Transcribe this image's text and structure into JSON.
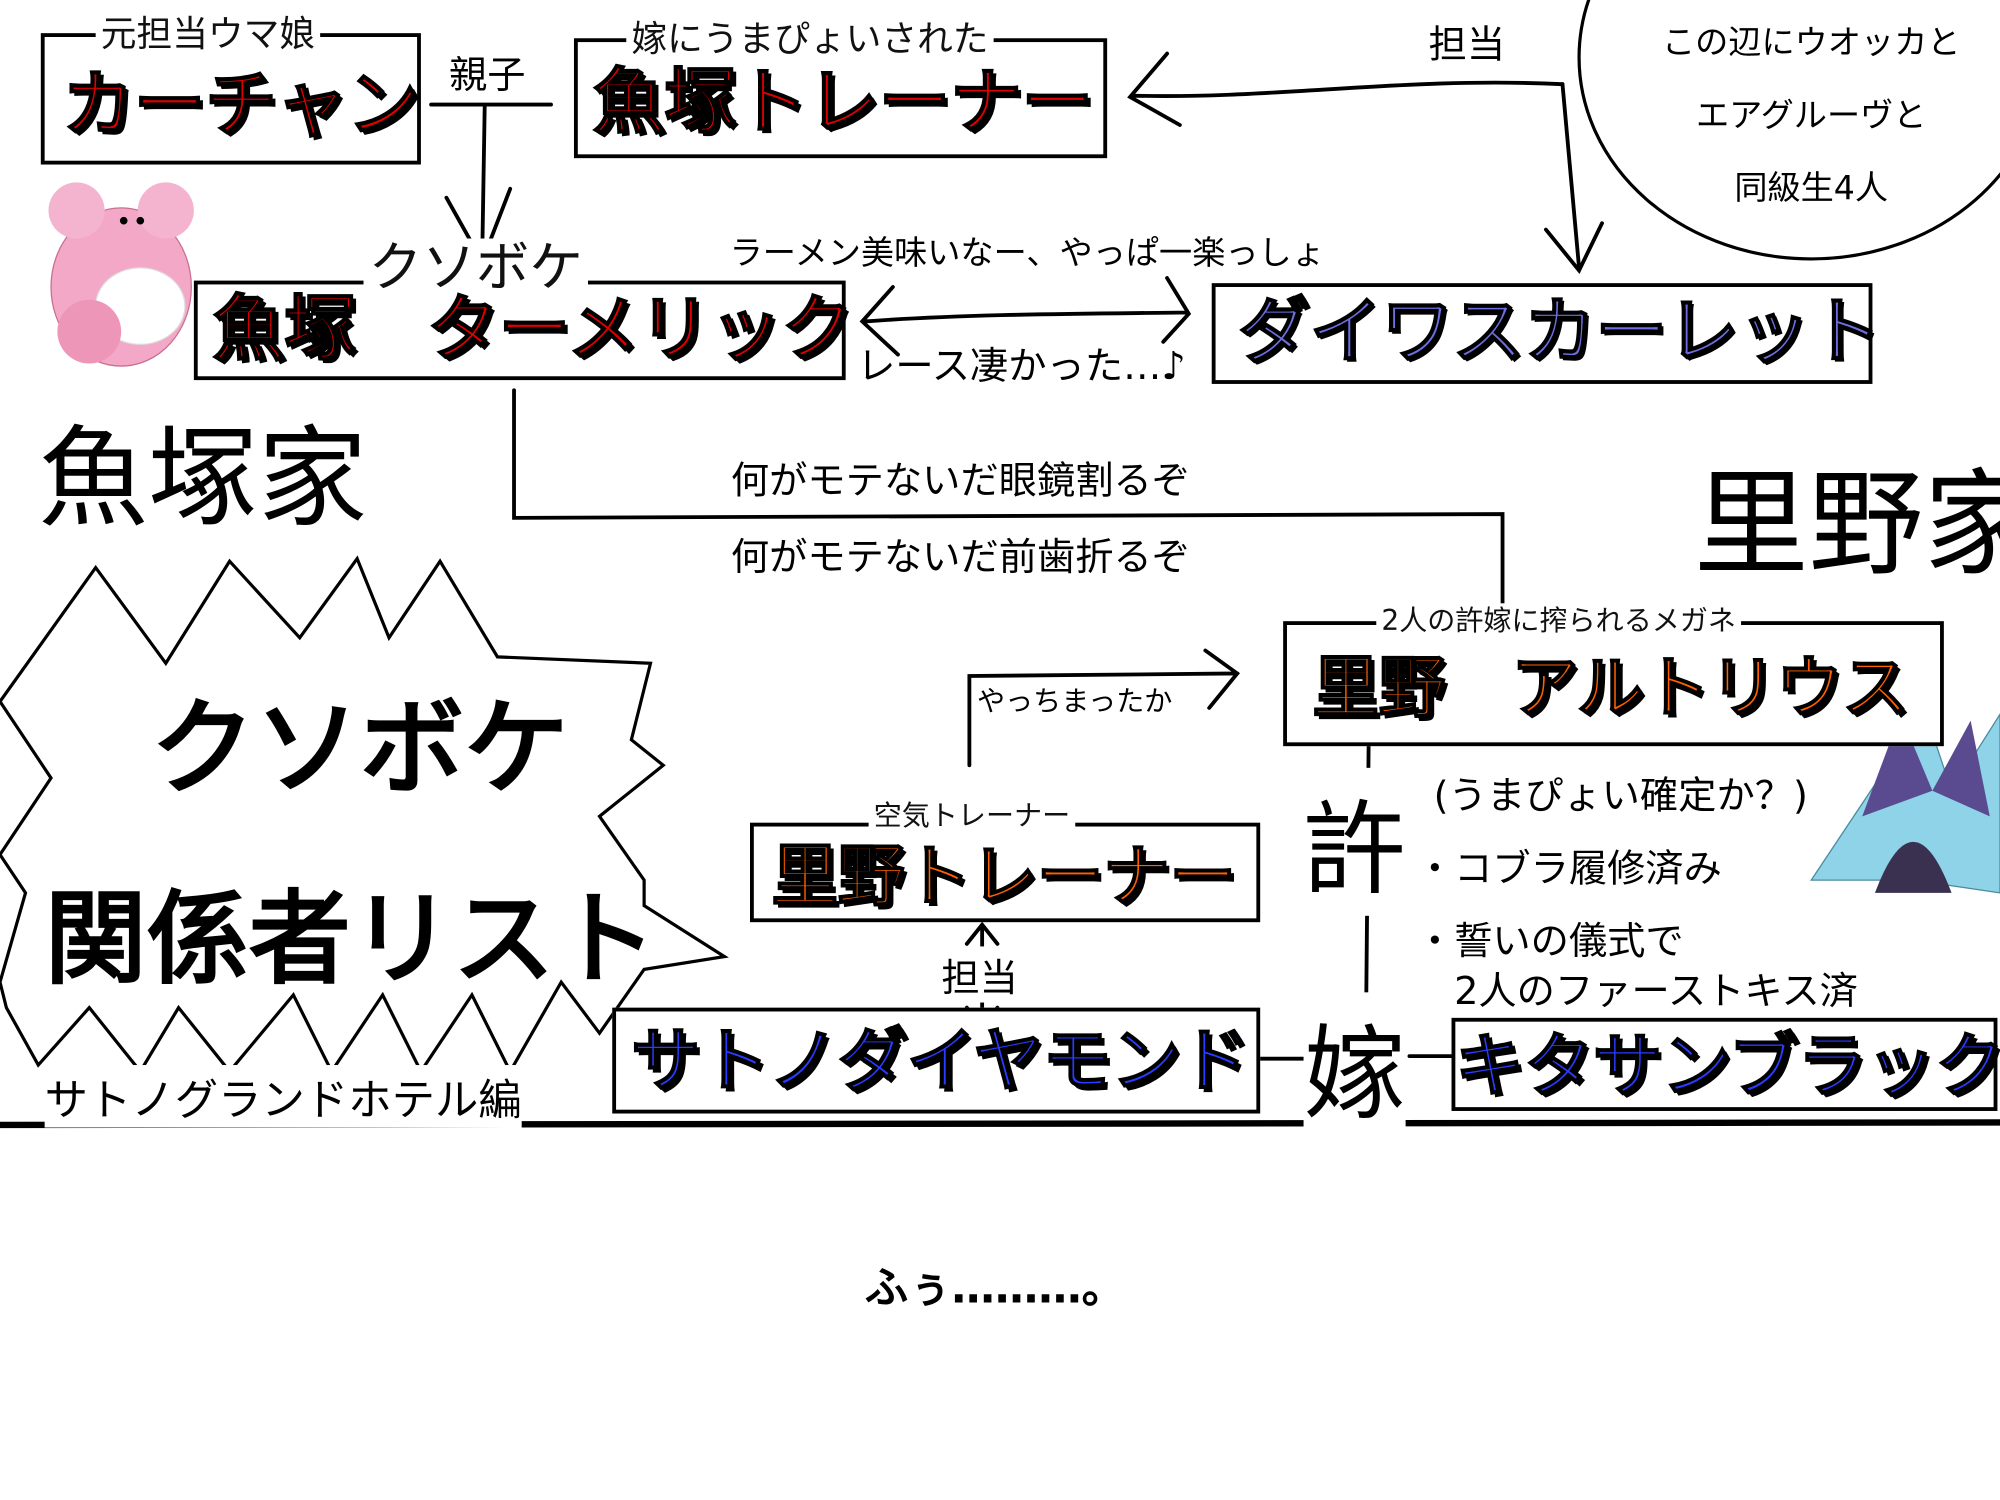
{
  "nodes": {
    "kachan": {
      "label": "元担当ウマ娘",
      "name": "カーチャン"
    },
    "uotsuka_trainer": {
      "label": "嫁にうまぴょいされた",
      "name": "魚塚トレーナー"
    },
    "turmeric": {
      "label": "クソボケ",
      "name": "魚塚　ターメリック"
    },
    "daiwa": {
      "name": "ダイワスカーレット"
    },
    "arturius": {
      "label": "2人の許嫁に搾られるメガネ",
      "name": "里野　アルトリウス"
    },
    "satono_trainer": {
      "label": "空気トレーナー",
      "name": "里野トレーナー"
    },
    "satono_diamond": {
      "name": "サトノダイヤモンド"
    },
    "kitasan": {
      "label": "2人のファーストキス済",
      "name": "キタサンブラック"
    }
  },
  "edges": {
    "oyako": "親子",
    "tanto_top": "担当",
    "ramen": "ラーメン美味いなー、やっぱ一楽っしょ",
    "race": "レース凄かった…♪",
    "megane": "何がモテないだ眼鏡割るぞ",
    "maeba": "何がモテないだ前歯折るぞ",
    "yacchimatta": "やっちまったか",
    "tanto_bottom": "担当",
    "iinazuke": "許",
    "yome": "嫁"
  },
  "notes": {
    "circle": [
      "この辺にウオッカと",
      "エアグルーヴと",
      "同級生4人"
    ],
    "umapyoi": [
      "(うまぴょい確定か？)",
      "・コブラ履修済み",
      "・誓いの儀式で"
    ]
  },
  "families": {
    "uotsuka": "魚塚家",
    "satono": "里野家"
  },
  "title": {
    "line1": "クソボケ",
    "line2": "関係者リスト",
    "subtitle": "サトノグランドホテル編"
  },
  "footer": "ふぅ………。"
}
